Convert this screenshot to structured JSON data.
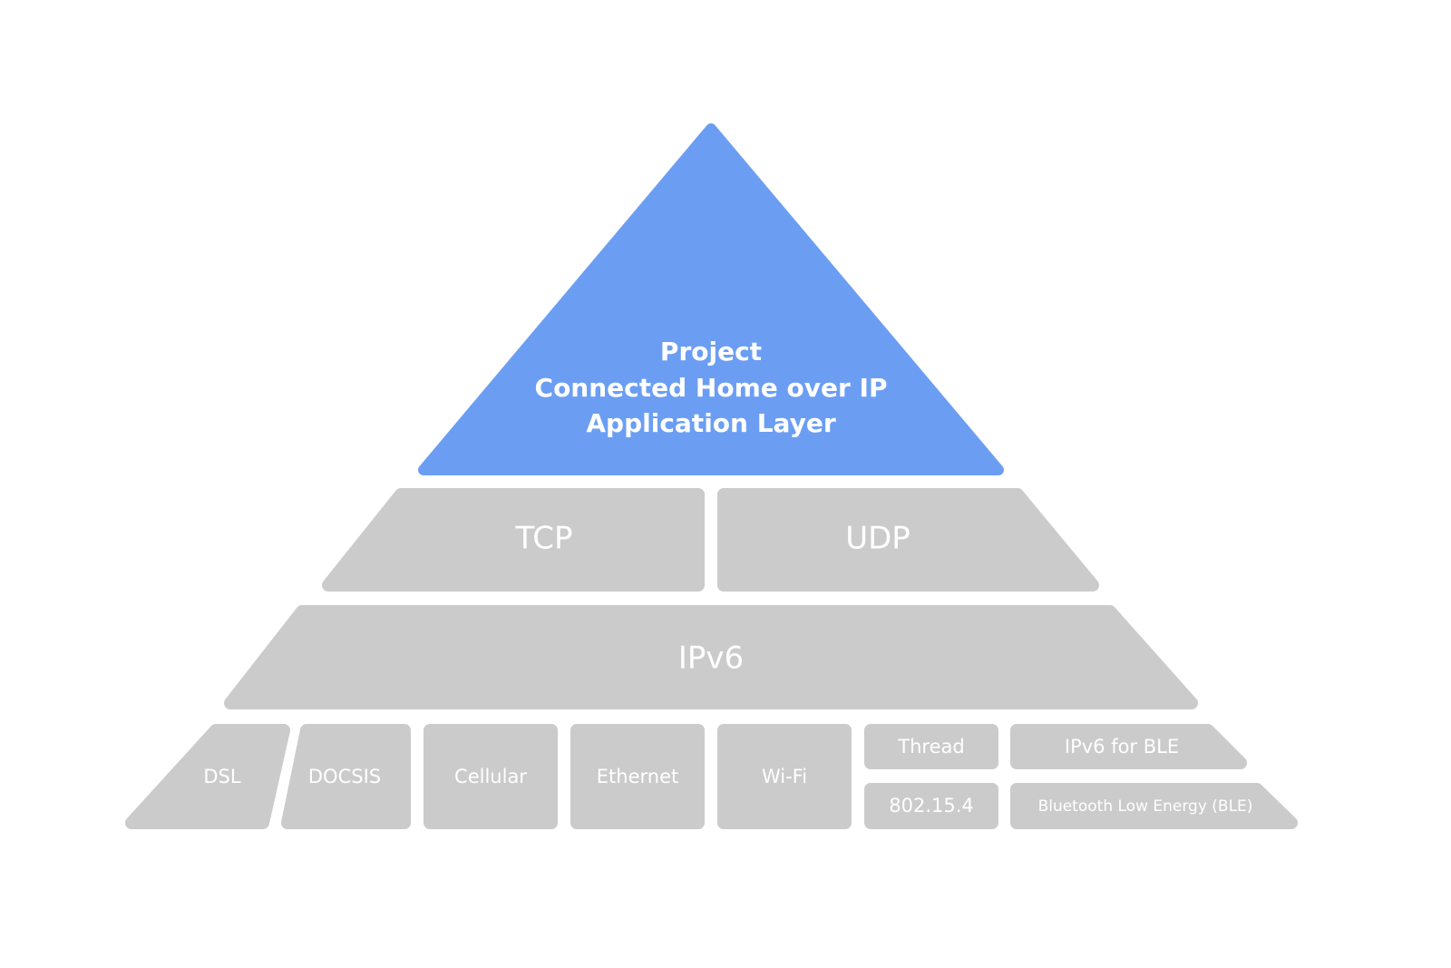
{
  "colors": {
    "application_layer": "#6b9ef3",
    "lower_layers": "#cbcbcb",
    "text": "#ffffff"
  },
  "application_layer": {
    "line1": "Project",
    "line2": "Connected Home over IP",
    "line3": "Application Layer"
  },
  "transport_layer": {
    "tcp": "TCP",
    "udp": "UDP"
  },
  "network_layer": {
    "ipv6": "IPv6"
  },
  "link_layer": {
    "dsl": "DSL",
    "docsis": "DOCSIS",
    "cellular": "Cellular",
    "ethernet": "Ethernet",
    "wifi": "Wi-Fi",
    "thread": "Thread",
    "ieee802154": "802.15.4",
    "ipv6_for_ble": "IPv6 for BLE",
    "ble": "Bluetooth Low Energy (BLE)"
  }
}
